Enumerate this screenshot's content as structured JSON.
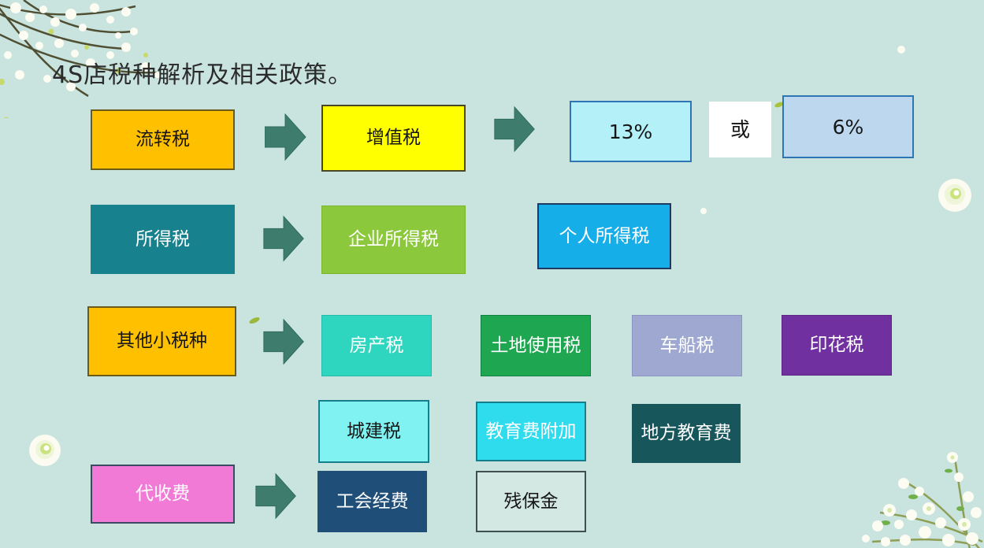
{
  "slide": {
    "title": "4S店税种解析及相关政策。",
    "colors": {
      "background": "#C9E4DF",
      "title_text": "#2B2B2B",
      "arrow": "#3E7D6E"
    }
  },
  "flow": {
    "row1": {
      "source": {
        "label": "流转税",
        "fill": "#FFC000",
        "text_color": "#161616"
      },
      "vat": {
        "label": "增值税",
        "fill": "#FFFF00",
        "text_color": "#161616"
      },
      "rate_high": {
        "label": "13%",
        "fill": "#B3F0F7",
        "text_color": "#161616"
      },
      "or_word": {
        "label": "或",
        "fill": "#FFFFFF",
        "text_color": "#161616"
      },
      "rate_low": {
        "label": "6%",
        "fill": "#BDD7EE",
        "text_color": "#161616"
      }
    },
    "row2": {
      "source": {
        "label": "所得税",
        "fill": "#17818D",
        "text_color": "#FFFFFF"
      },
      "corporate_income_tax": {
        "label": "企业所得税",
        "fill": "#8CC83C",
        "text_color": "#FFFFFF"
      },
      "personal_income_tax": {
        "label": "个人所得税",
        "fill": "#16AEE8",
        "text_color": "#FFFFFF"
      }
    },
    "row3": {
      "source": {
        "label": "其他小税种",
        "fill": "#FFC000",
        "text_color": "#161616"
      },
      "property_tax": {
        "label": "房产税",
        "fill": "#2FD6BF",
        "text_color": "#FFFFFF"
      },
      "land_use_tax": {
        "label": "土地使用税",
        "fill": "#1EA750",
        "text_color": "#FFFFFF"
      },
      "vehicle_vessel_tax": {
        "label": "车船税",
        "fill": "#9EA8D0",
        "text_color": "#FFFFFF"
      },
      "stamp_tax": {
        "label": "印花税",
        "fill": "#7030A0",
        "text_color": "#FFFFFF"
      }
    },
    "row4": {
      "urban_construction_tax": {
        "label": "城建税",
        "fill": "#80F2F2",
        "text_color": "#161616"
      },
      "education_surcharge": {
        "label": "教育费附加",
        "fill": "#2EDCEE",
        "text_color": "#FFFFFF"
      },
      "local_education_fee": {
        "label": "地方教育费",
        "fill": "#17575C",
        "text_color": "#FFFFFF"
      }
    },
    "row5": {
      "source": {
        "label": "代收费",
        "fill": "#F07AD6",
        "text_color": "#FFFFFF"
      },
      "union_funds": {
        "label": "工会经费",
        "fill": "#1F4E79",
        "text_color": "#FFFFFF"
      },
      "disability_fund": {
        "label": "残保金",
        "fill": "transparent",
        "text_color": "#161616"
      }
    }
  }
}
